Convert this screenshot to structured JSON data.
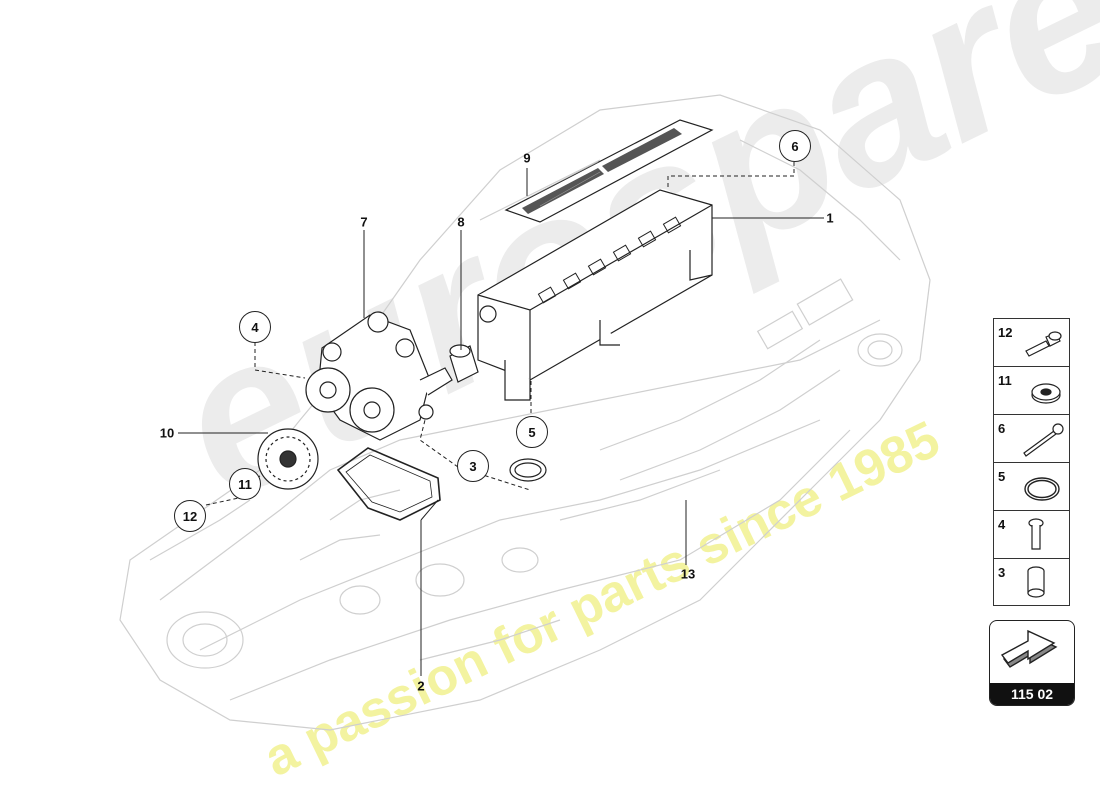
{
  "callouts": {
    "c1": "1",
    "c2": "2",
    "c3": "3",
    "c4": "4",
    "c5": "5",
    "c6": "6",
    "c7": "7",
    "c8": "8",
    "c9": "9",
    "c10": "10",
    "c11": "11",
    "c12": "12",
    "c13": "13"
  },
  "legend": {
    "items": [
      {
        "num": "12",
        "icon": "bolt-flange-icon"
      },
      {
        "num": "11",
        "icon": "washer-icon"
      },
      {
        "num": "6",
        "icon": "long-bolt-icon"
      },
      {
        "num": "5",
        "icon": "o-ring-icon"
      },
      {
        "num": "4",
        "icon": "screw-icon"
      },
      {
        "num": "3",
        "icon": "sleeve-icon"
      }
    ]
  },
  "reference": {
    "label": "115 02",
    "icon": "arrow-3d-icon"
  },
  "watermark": {
    "brand": "eurospares",
    "tagline": "a passion for parts since 1985",
    "brand_color": "#e6e6e6",
    "tagline_color": "#f2f28a"
  }
}
